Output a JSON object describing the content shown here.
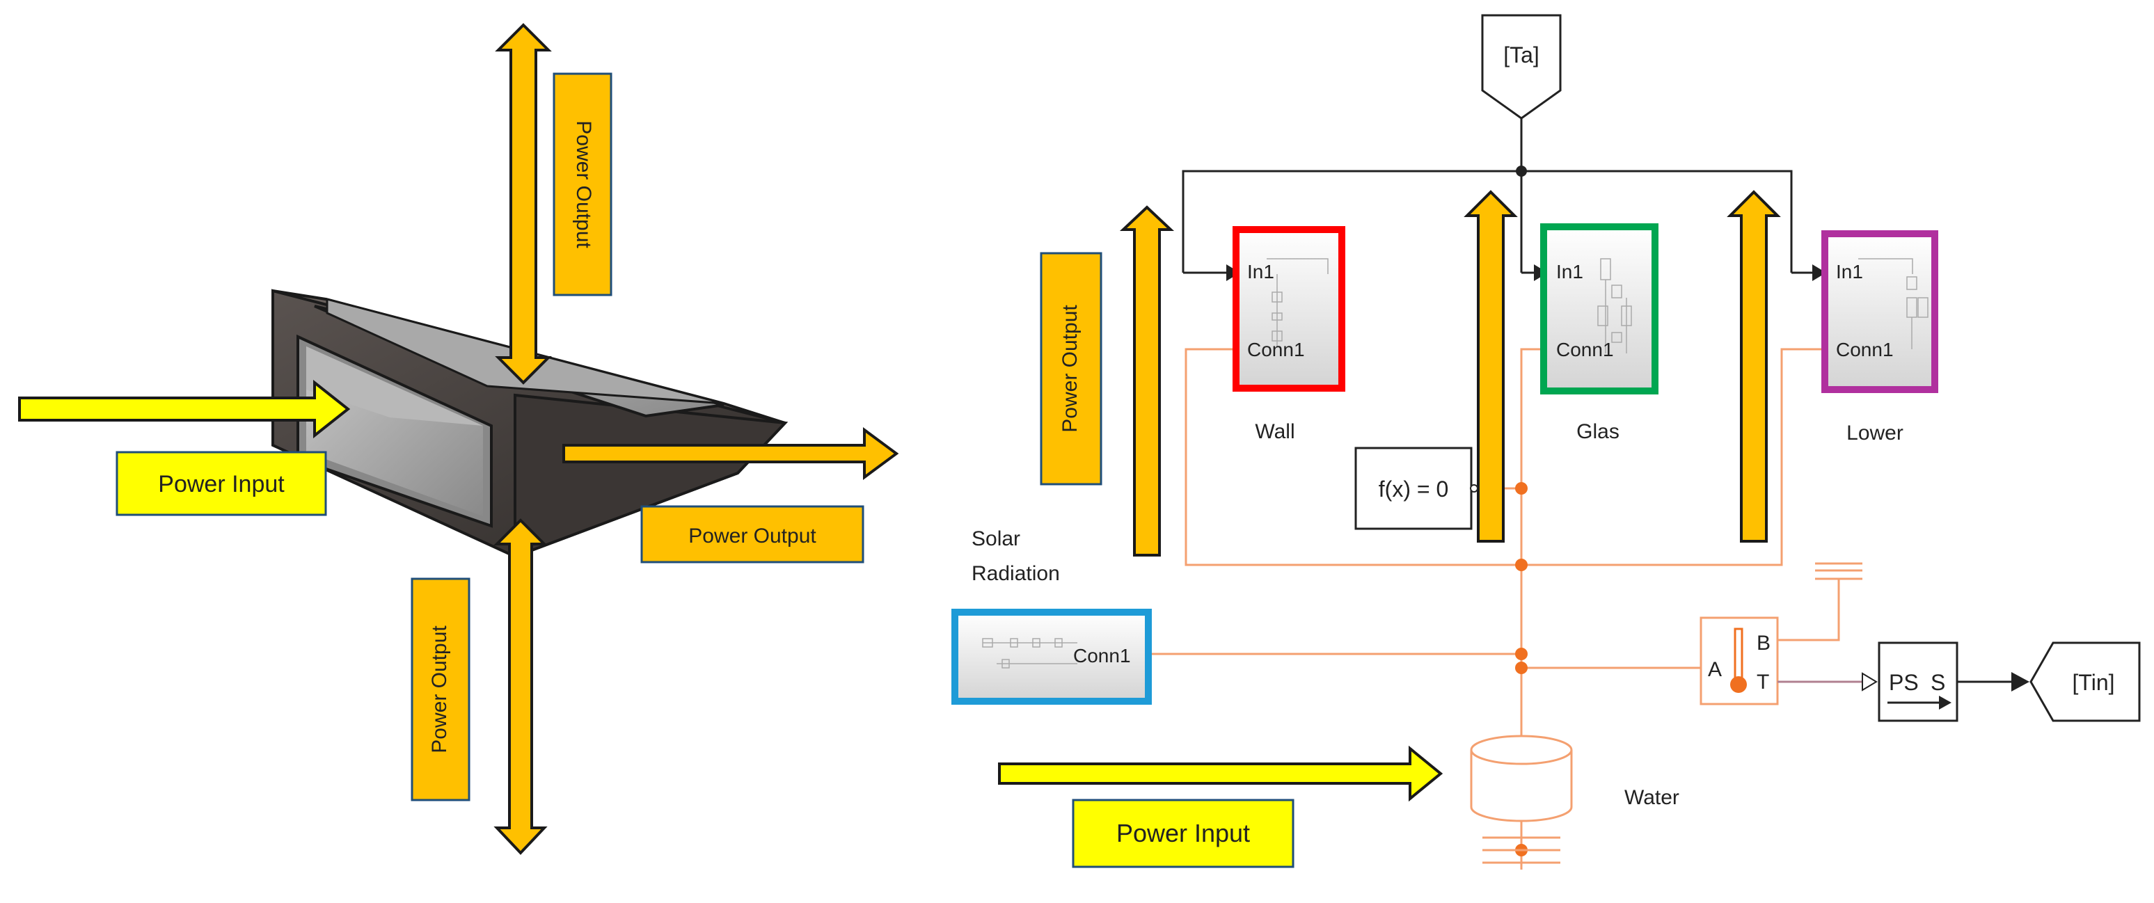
{
  "left_figure": {
    "power_input": "Power Input",
    "power_output_top": "Power Output",
    "power_output_right": "Power Output",
    "power_output_bottom": "Power Output"
  },
  "right_figure": {
    "goto_ta": "[Ta]",
    "goto_tin": "[Tin]",
    "power_output": "Power Output",
    "power_input": "Power Input",
    "solar_label_line1": "Solar",
    "solar_label_line2": "Radiation",
    "solar_block_port": "Conn1",
    "wall_block": {
      "in": "In1",
      "conn": "Conn1",
      "name": "Wall"
    },
    "glas_block": {
      "in": "In1",
      "conn": "Conn1",
      "name": "Glas"
    },
    "lower_block": {
      "in": "In1",
      "conn": "Conn1",
      "name": "Lower"
    },
    "solver_block": "f(x) = 0",
    "sensor_port_a": "A",
    "sensor_port_b": "B",
    "sensor_port_t": "T",
    "ps_converter_ps": "PS",
    "ps_converter_s": "S",
    "water_label": "Water"
  },
  "colors": {
    "arrow_orange": "#FFC000",
    "arrow_yellow": "#FFFF00",
    "thermal_line": "#F4A070",
    "wall_border": "#FF0000",
    "glas_border": "#00A651",
    "lower_border": "#B0309E",
    "solar_border": "#1E9BD7"
  }
}
